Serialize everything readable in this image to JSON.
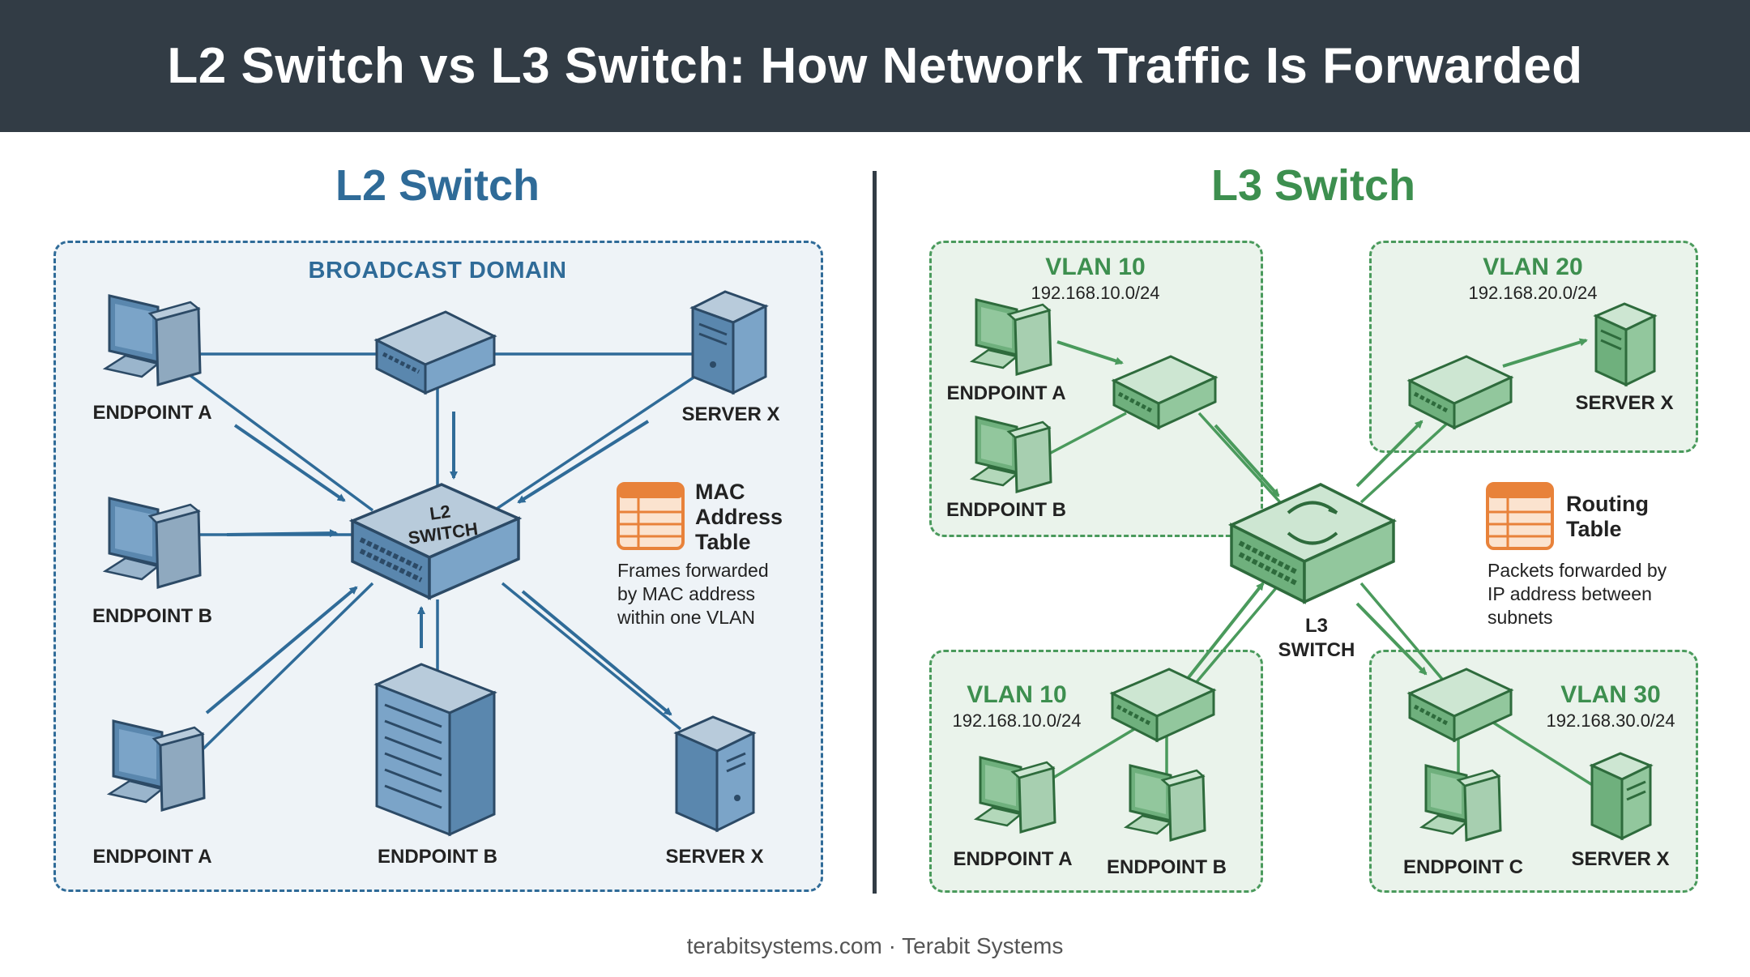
{
  "title": "L2 Switch vs L3 Switch: How Network Traffic Is Forwarded",
  "l2": {
    "heading": "L2 Switch",
    "domain_label": "BROADCAST DOMAIN",
    "switch_label": [
      "L2",
      "SWITCH"
    ],
    "nodes": {
      "endpoint_a_top": "ENDPOINT A",
      "server_x_top": "SERVER X",
      "endpoint_b_mid": "ENDPOINT B",
      "endpoint_a_bottom": "ENDPOINT A",
      "endpoint_b_bottom": "ENDPOINT B",
      "server_x_bottom": "SERVER X"
    },
    "table_title": [
      "MAC",
      "Address",
      "Table"
    ],
    "note": [
      "Frames forwarded",
      "by MAC address",
      "within one VLAN"
    ]
  },
  "l3": {
    "heading": "L3 Switch",
    "switch_label": [
      "L3",
      "SWITCH"
    ],
    "vlans": [
      {
        "name": "VLAN 10",
        "subnet": "192.168.10.0/24"
      },
      {
        "name": "VLAN 20",
        "subnet": "192.168.20.0/24"
      },
      {
        "name": "VLAN 10",
        "subnet": "192.168.10.0/24"
      },
      {
        "name": "VLAN 30",
        "subnet": "192.168.30.0/24"
      }
    ],
    "nodes": {
      "v10_endpoint_a": "ENDPOINT A",
      "v10_endpoint_b": "ENDPOINT B",
      "v20_server_x": "SERVER X",
      "v10b_endpoint_a": "ENDPOINT A",
      "v10b_endpoint_b": "ENDPOINT B",
      "v30_endpoint_c": "ENDPOINT C",
      "v30_server_x": "SERVER X"
    },
    "table_title": [
      "Routing",
      "Table"
    ],
    "note": [
      "Packets forwarded by",
      "IP address between",
      "subnets"
    ]
  },
  "footer": "terabitsystems.com · Terabit Systems",
  "colors": {
    "header_bg": "#323c45",
    "l2_accent": "#2f6b98",
    "l3_accent": "#3d8f4f",
    "table_orange": "#e8823a"
  }
}
